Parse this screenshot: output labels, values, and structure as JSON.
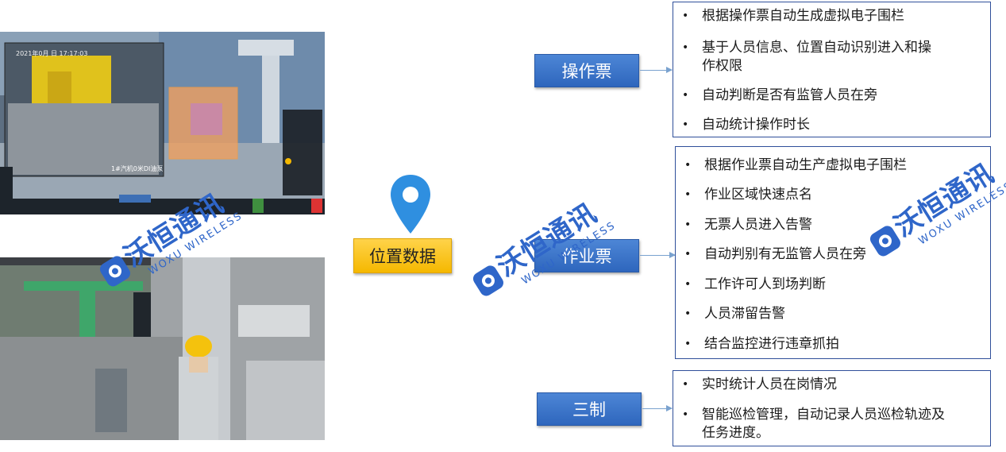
{
  "location_button": "位置数据",
  "categories": {
    "operation": "操作票",
    "work": "作业票",
    "three": "三制"
  },
  "operation_items": [
    "根据操作票自动生成虚拟电子围栏",
    "基于人员信息、位置自动识别进入和操",
    "作权限",
    "自动判断是否有监管人员在旁",
    "自动统计操作时长"
  ],
  "work_items": [
    "根据作业票自动生产虚拟电子围栏",
    "作业区域快速点名",
    "无票人员进入告警",
    "自动判别有无监管人员在旁",
    "工作许可人到场判断",
    "人员滞留告警",
    "结合监控进行违章抓拍"
  ],
  "three_items": [
    "实时统计人员在岗情况",
    "智能巡检管理，自动记录人员巡检轨迹及",
    "任务进度。"
  ],
  "watermark": {
    "cn": "沃恒通讯",
    "en": "WOXU WIRELESS"
  },
  "screen_top": {
    "timestamp": "2021年0月 日 17:17:03",
    "caption": "1#汽机0米DI油泵"
  },
  "colors": {
    "category_blue": "#2e66bd",
    "location_yellow": "#f5b800",
    "box_border": "#2f4f9a",
    "pin_blue": "#2f8fe0",
    "watermark_blue": "#2f66c9"
  }
}
